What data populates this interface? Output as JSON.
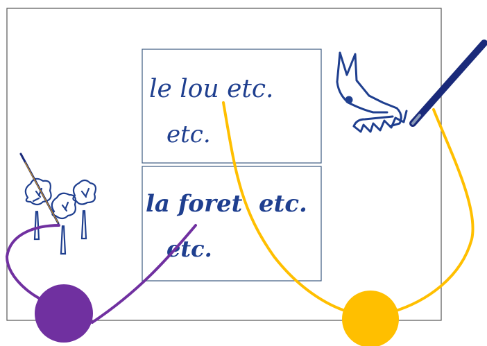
{
  "colors": {
    "ink_blue": "#1f3f8f",
    "frame": "#555555",
    "box_border": "#3d5a80",
    "yellow": "#ffbf00",
    "purple": "#7030a0",
    "pen_body": "#1a2a7a"
  },
  "boxes": [
    {
      "line1": "le lou etc.",
      "line2": "etc."
    },
    {
      "line1": "la foret  etc.",
      "line2": "etc."
    }
  ],
  "icons": [
    "trees-drawing-icon",
    "wolf-drawing-icon",
    "pen-icon"
  ]
}
